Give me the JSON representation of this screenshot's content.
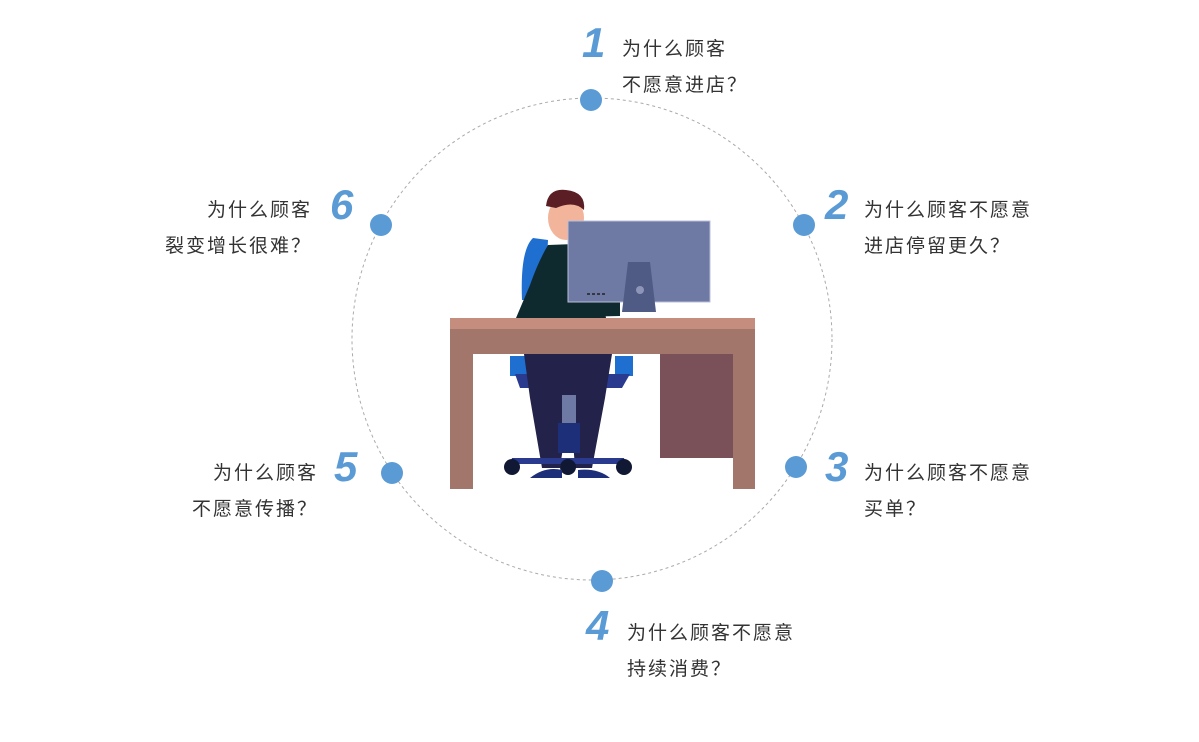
{
  "items": [
    {
      "number": "1",
      "line1": "为什么顾客",
      "line2": "不愿意进店？"
    },
    {
      "number": "2",
      "line1": "为什么顾客不愿意",
      "line2": "进店停留更久？"
    },
    {
      "number": "3",
      "line1": "为什么顾客不愿意",
      "line2": "买单？"
    },
    {
      "number": "4",
      "line1": "为什么顾客不愿意",
      "line2": "持续消费？"
    },
    {
      "number": "5",
      "line1": "为什么顾客",
      "line2": "不愿意传播？"
    },
    {
      "number": "6",
      "line1": "为什么顾客",
      "line2": "裂变增长很难？"
    }
  ],
  "colors": {
    "accent": "#5b9bd5",
    "dot": "#5b9bd5",
    "ring": "#aaaaaa",
    "text": "#333333"
  },
  "illustration": "person-at-computer-desk"
}
